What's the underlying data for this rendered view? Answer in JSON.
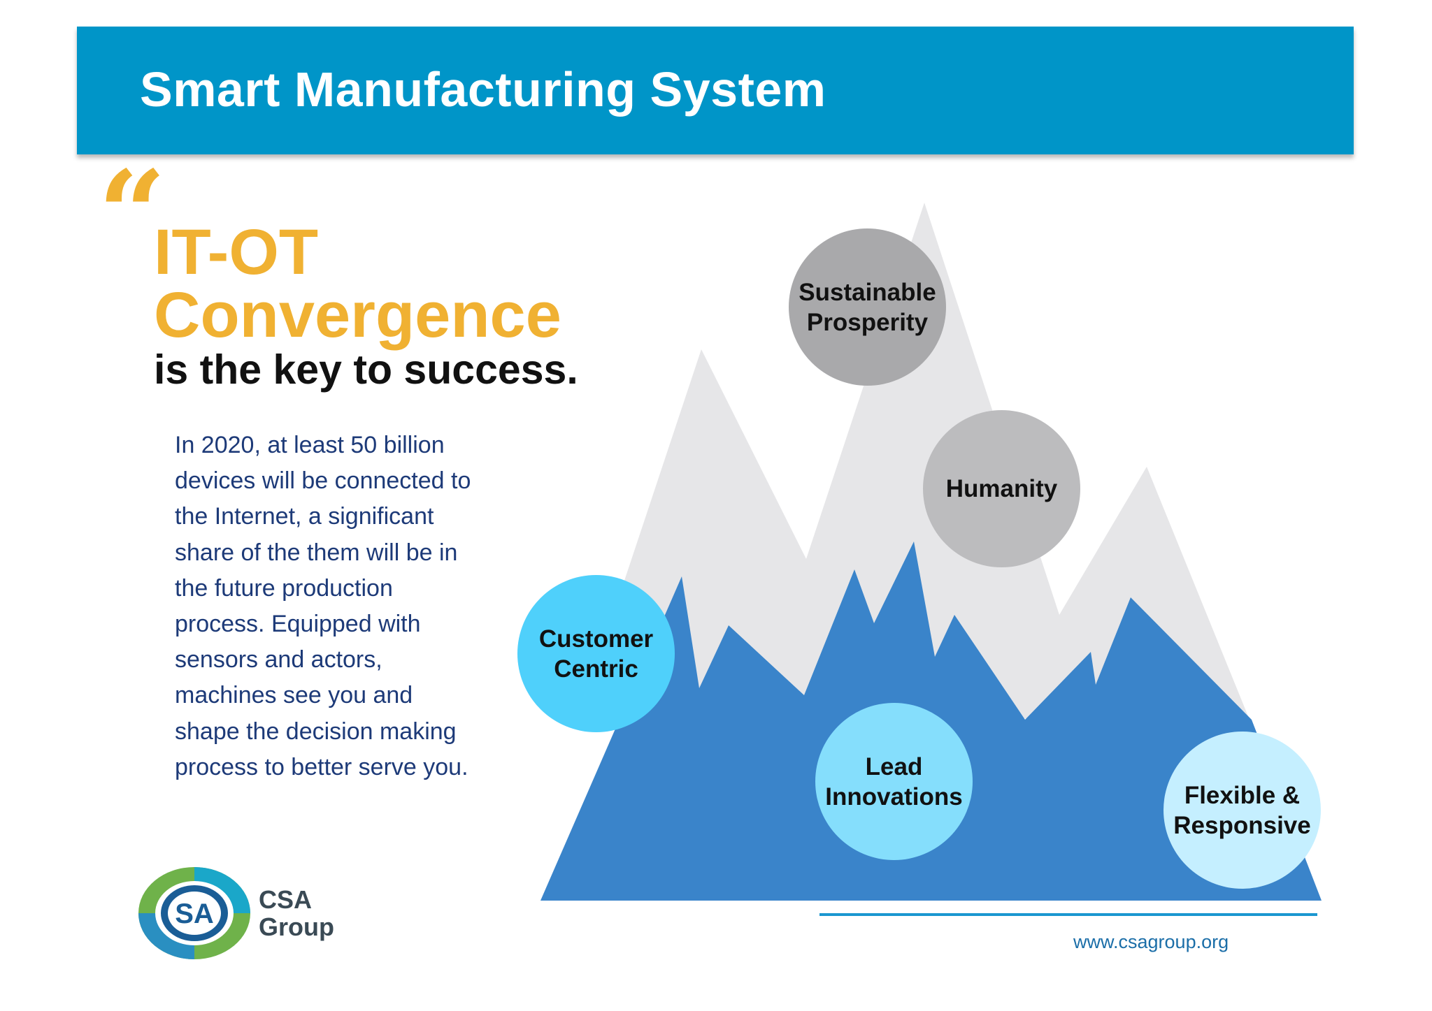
{
  "header": {
    "title": "Smart Manufacturing System"
  },
  "quote": {
    "mark": "“",
    "line1": "IT-OT",
    "line2": "Convergence",
    "line3": "is the key to success."
  },
  "body_lines": [
    "In 2020, at least 50 billion",
    "devices will be connected to",
    "the Internet, a significant",
    "share of the them will be in",
    "the future production",
    "process. Equipped with",
    "sensors and actors,",
    "machines see you  and",
    "shape the decision making",
    "process to better serve you."
  ],
  "circles": {
    "sustainable": {
      "line1": "Sustainable",
      "line2": "Prosperity",
      "color": "#a9a9ab"
    },
    "humanity": {
      "line1": "Humanity",
      "color": "#bcbcbe"
    },
    "customer": {
      "line1": "Customer",
      "line2": "Centric",
      "color": "#4fd0fb"
    },
    "lead": {
      "line1": "Lead",
      "line2": "Innovations",
      "color": "#85defc"
    },
    "flexible": {
      "line1": "Flexible &",
      "line2": "Responsive",
      "color": "#c5efff"
    }
  },
  "colors": {
    "header": "#0095c8",
    "accent_yellow": "#f0b132",
    "mountain_back": "#e6e6e8",
    "mountain_front": "#3a84ca"
  },
  "logo": {
    "name_line1": "CSA",
    "name_line2": "Group",
    "mark": "SA",
    "icon": "csa-group-logo"
  },
  "footer": {
    "url": "www.csagroup.org"
  }
}
